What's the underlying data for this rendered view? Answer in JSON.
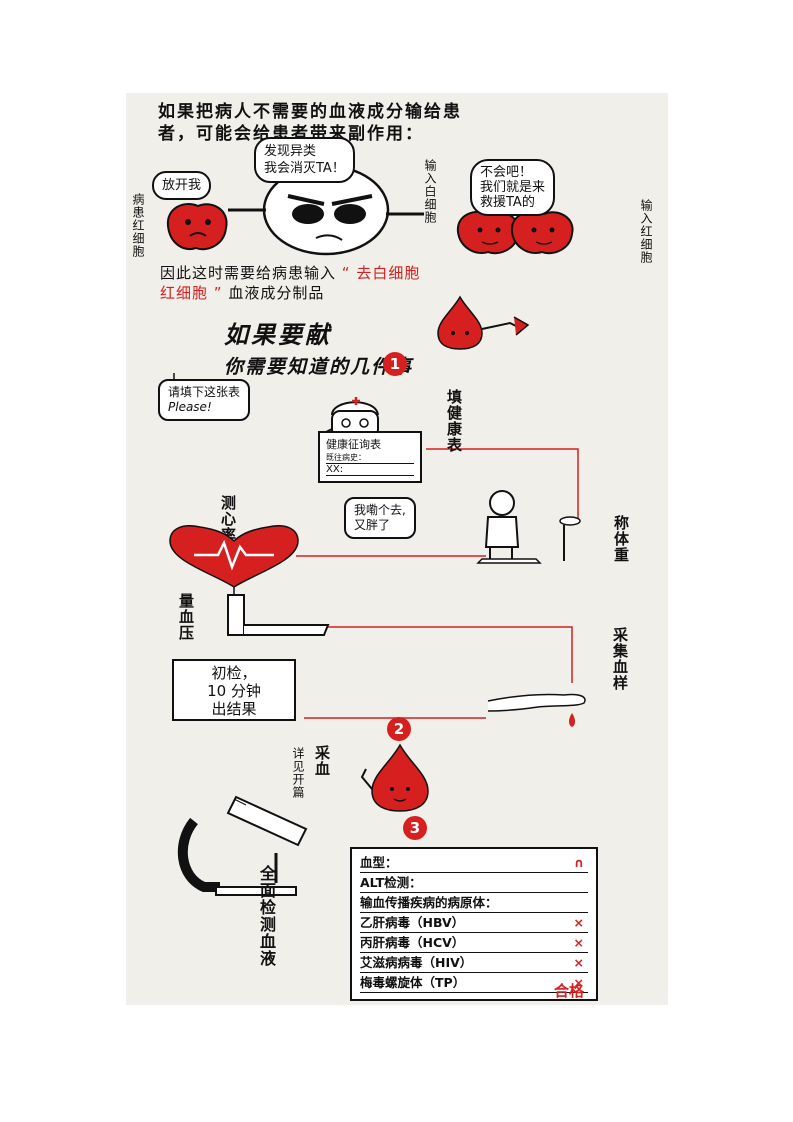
{
  "intro": {
    "line1": "如果把病人不需要的血液成分输给患",
    "line2": "者，可能会给患者带来副作用：",
    "bubble_white": [
      "发现异类",
      "我会消灭TA！"
    ],
    "bubble_push": "放开我",
    "bubble_red": [
      "不会吧！",
      "我们就是来",
      "救援TA的"
    ],
    "label_patient_rbc": "病患红细胞",
    "label_wbc": "输入白细胞",
    "label_rbc": "输入红细胞",
    "conclusion_prefix": "因此这时需要给病患输入",
    "conclusion_highlight_1": "“ 去白细胞",
    "conclusion_highlight_2": "红细胞 ”",
    "conclusion_suffix": "血液成分制品"
  },
  "title": {
    "line1": "如果要献",
    "line2": "你需要知道的几件事"
  },
  "steps": {
    "step1_number": "1",
    "nurse_bubble": [
      "请填下这张表",
      "Please!"
    ],
    "form_title": "健康征询表",
    "form_line1": "既往病史：",
    "form_line2": "XX:",
    "fill_form": "填健康表",
    "weigh_bubble": [
      "我嘞个去,",
      "又胖了"
    ],
    "weigh": "称体重",
    "heart_rate": "测心率",
    "blood_pressure": "量血压",
    "sample": "采集血样",
    "clipboard": [
      "初检，",
      "10 分钟",
      "出结果"
    ],
    "step2_number": "2",
    "collect": "采血",
    "see_beginning": "详见开篇",
    "step3_number": "3",
    "full_test": "全面检测血液"
  },
  "checklist": {
    "rows": [
      {
        "label": "血型：",
        "mark": "∩"
      },
      {
        "label": "ALT检测：",
        "mark": ""
      },
      {
        "label": "输血传播疾病的病原体：",
        "mark": ""
      },
      {
        "label": "乙肝病毒（HBV）",
        "mark": "×"
      },
      {
        "label": "丙肝病毒（HCV）",
        "mark": "×"
      },
      {
        "label": "艾滋病病毒（HIV）",
        "mark": "×"
      },
      {
        "label": "梅毒螺旋体（TP）",
        "mark": "×"
      }
    ],
    "result": "合格"
  },
  "colors": {
    "accent": "#d62020",
    "poster_bg": "#f1efe9",
    "line": "#111111"
  }
}
